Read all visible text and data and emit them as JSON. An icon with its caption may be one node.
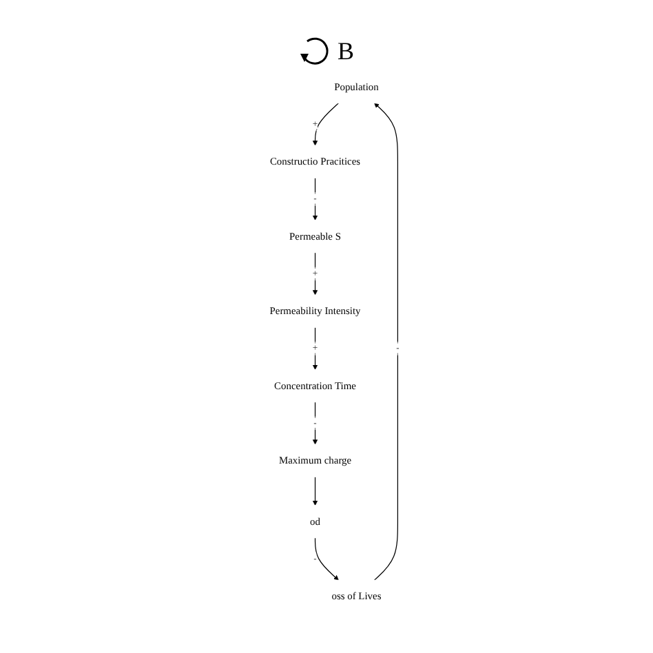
{
  "diagram": {
    "nodes": [
      {
        "text": [
          "Population"
        ]
      },
      {
        "text": [
          "Constructio Pracitices"
        ]
      },
      {
        "text": [
          "Permeable S"
        ]
      },
      {
        "text": [
          "Permeability Intensity"
        ]
      },
      {
        "text": [
          "Concentration Time"
        ]
      },
      {
        "text": [
          "Maximum charge"
        ]
      },
      {
        "text": [
          "od"
        ]
      },
      {
        "text": [
          "oss of Lives"
        ]
      }
    ],
    "edges": [
      {
        "from": 0,
        "to": 1,
        "arrow": "to",
        "label": "+"
      },
      {
        "from": 1,
        "to": 2,
        "arrow": "to",
        "label": "-"
      },
      {
        "from": 2,
        "to": 3,
        "arrow": "to",
        "label": "+"
      },
      {
        "from": 3,
        "to": 4,
        "arrow": "to",
        "label": "+"
      },
      {
        "from": 4,
        "to": 5,
        "arrow": "to",
        "label": "-"
      },
      {
        "from": 5,
        "to": 6,
        "arrow": "to"
      },
      {
        "from": 6,
        "to": 7,
        "arrow": "to",
        "label": "-"
      },
      {
        "from": 7,
        "to": 0,
        "arrow": "to",
        "label": "-"
      }
    ],
    "labels": [
      "B"
    ]
  }
}
